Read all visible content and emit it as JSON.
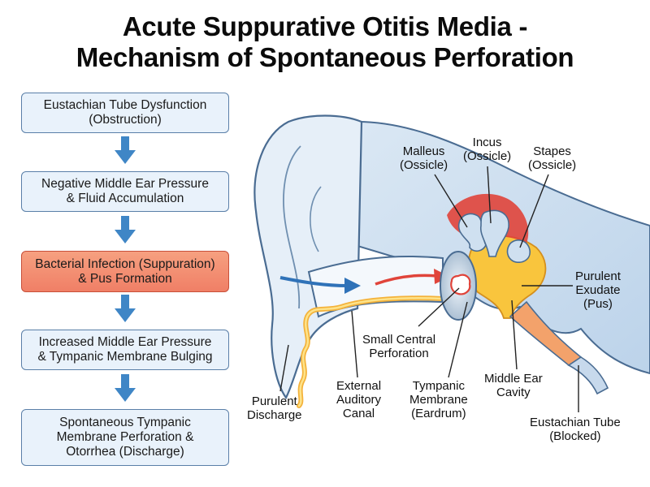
{
  "title": {
    "line1": "Acute Suppurative Otitis Media -",
    "line2": "Mechanism of Spontaneous Perforation"
  },
  "flow_steps": [
    {
      "line1": "Eustachian Tube Dysfunction",
      "line2": "(Obstruction)",
      "line3": ""
    },
    {
      "line1": "Negative Middle Ear Pressure",
      "line2": "& Fluid Accumulation",
      "line3": ""
    },
    {
      "line1": "Bacterial Infection (Suppuration)",
      "line2": "& Pus Formation",
      "line3": ""
    },
    {
      "line1": "Increased Middle Ear Pressure",
      "line2": "& Tympanic Membrane Bulging",
      "line3": ""
    },
    {
      "line1": "Spontaneous Tympanic",
      "line2": "Membrane Perforation &",
      "line3": "Otorrhea (Discharge)"
    }
  ],
  "colors": {
    "box_fill": "#e9f2fb",
    "box_border": "#5a7fa8",
    "highlight_fill": "#f07f66",
    "arrow_blue": "#3f86c6",
    "pus": "#f8c43a",
    "inflamed": "#e0443a"
  },
  "labels": {
    "malleus": {
      "line1": "Malleus",
      "line2": "(Ossicle)"
    },
    "incus": {
      "line1": "Incus",
      "line2": "(Ossicle)"
    },
    "stapes": {
      "line1": "Stapes",
      "line2": "(Ossicle)"
    },
    "exudate": {
      "line1": "Purulent",
      "line2": "Exudate",
      "line3": "(Pus)"
    },
    "perforation": {
      "line1": "Small Central",
      "line2": "Perforation"
    },
    "discharge": {
      "line1": "Purulent",
      "line2": "Discharge"
    },
    "canal": {
      "line1": "External",
      "line2": "Auditory",
      "line3": "Canal"
    },
    "membrane": {
      "line1": "Tympanic",
      "line2": "Membrane",
      "line3": "(Eardrum)"
    },
    "cavity": {
      "line1": "Middle Ear",
      "line2": "Cavity"
    },
    "eustachian": {
      "line1": "Eustachian Tube",
      "line2": "(Blocked)"
    }
  }
}
